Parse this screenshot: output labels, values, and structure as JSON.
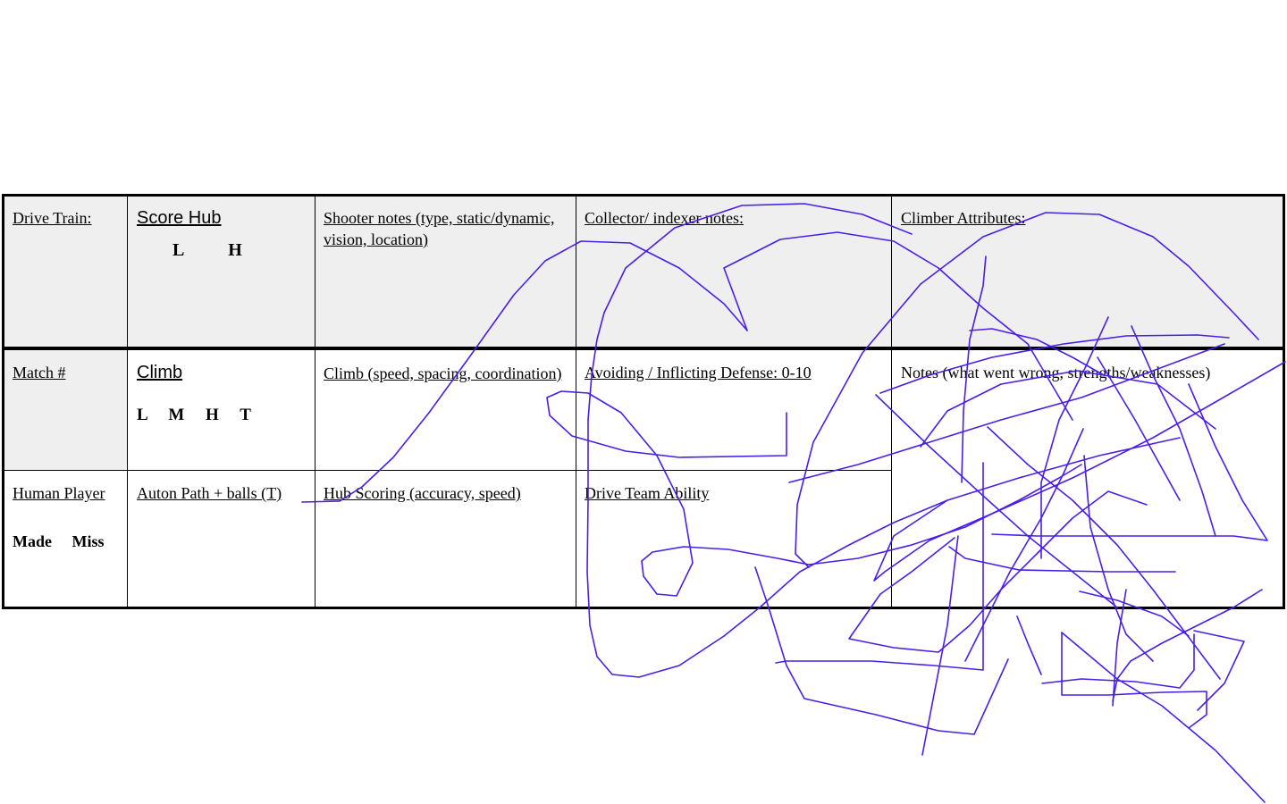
{
  "rows": [
    {
      "cells": [
        {
          "label": "Drive Train:"
        },
        {
          "label": "Score Hub",
          "options": "L          H"
        },
        {
          "label": "Shooter notes (type, static/dynamic, vision, location)"
        },
        {
          "label": "Collector/ indexer notes:"
        },
        {
          "label": "Climber Attributes:"
        }
      ]
    },
    {
      "cells": [
        {
          "label": "Match #"
        },
        {
          "label": "Climb",
          "options": "L     M     H     T"
        },
        {
          "label": "Climb (speed, spacing, coordination)"
        },
        {
          "label": "Avoiding / Inflicting Defense:  0-10"
        },
        {
          "label": "Notes (what went wrong, strengths/weaknesses)"
        }
      ]
    },
    {
      "cells": [
        {
          "label": "Human Player",
          "options": "Made     Miss"
        },
        {
          "label": "Auton Path + balls  (T)"
        },
        {
          "label": "Hub Scoring (accuracy, speed)"
        },
        {
          "label": "Drive Team Ability"
        }
      ]
    }
  ],
  "colors": {
    "ink": "#4a1ee6",
    "shade": "#efefef"
  }
}
